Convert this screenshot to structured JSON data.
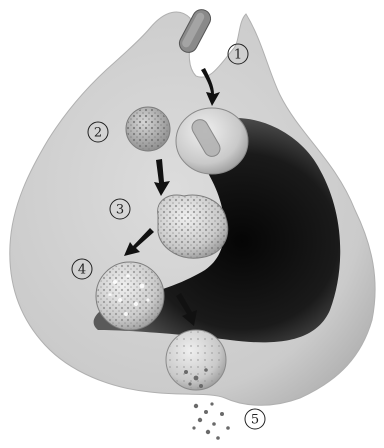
{
  "diagram": {
    "steps": [
      {
        "label": "1"
      },
      {
        "label": "2"
      },
      {
        "label": "3"
      },
      {
        "label": "4"
      },
      {
        "label": "5"
      }
    ]
  },
  "colors": {
    "cell_body": "#cfcfcf",
    "nucleus": "#141414",
    "vesicle": "#d9d9d9",
    "arrow": "#111111"
  }
}
